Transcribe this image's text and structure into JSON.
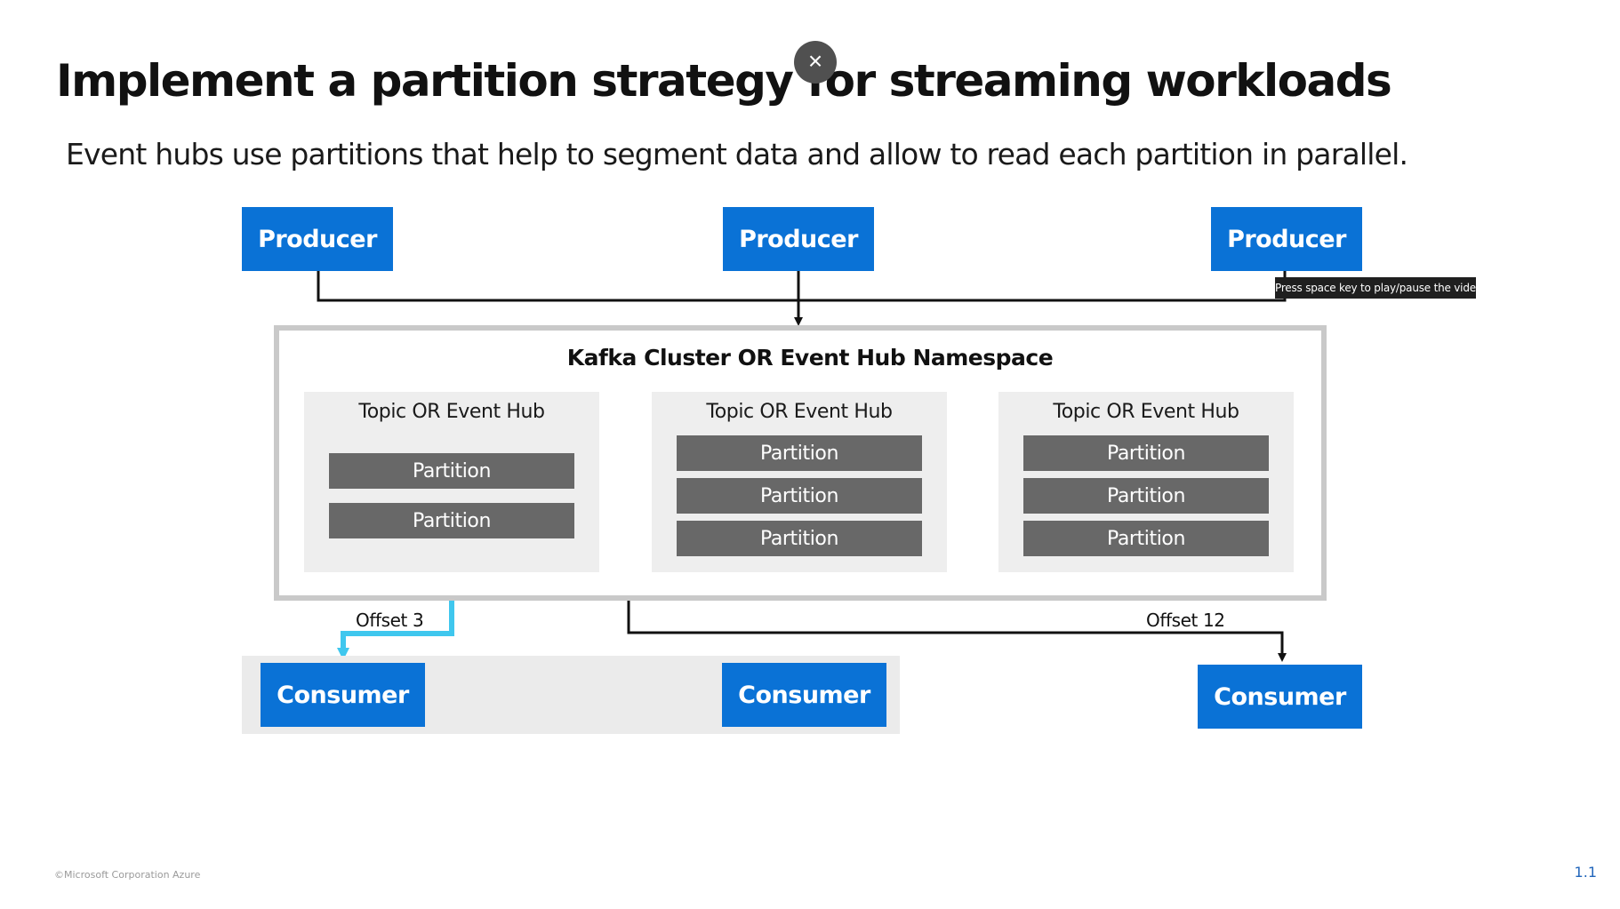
{
  "slide": {
    "title": "Implement a partition strategy for streaming workloads",
    "subtitle": "Event hubs use partitions that help to segment data and allow to read each partition in parallel.",
    "footer": "©Microsoft Corporation Azure",
    "page_number": "1.1"
  },
  "overlay": {
    "close_icon": "×",
    "tooltip": "Press space key to play/pause the video"
  },
  "diagram": {
    "producers": [
      "Producer",
      "Producer",
      "Producer"
    ],
    "cluster_title": "Kafka Cluster OR Event Hub Namespace",
    "topics": [
      {
        "title": "Topic OR Event Hub",
        "partitions": [
          "Partition",
          "Partition"
        ]
      },
      {
        "title": "Topic OR Event Hub",
        "partitions": [
          "Partition",
          "Partition",
          "Partition"
        ]
      },
      {
        "title": "Topic OR Event Hub",
        "partitions": [
          "Partition",
          "Partition",
          "Partition"
        ]
      }
    ],
    "consumers": [
      "Consumer",
      "Consumer",
      "Consumer"
    ],
    "offset_labels": [
      "Offset 3",
      "Offset 12"
    ]
  },
  "colors": {
    "accent": "#0a72d6",
    "partition": "#686868",
    "highlight_line": "#3fc7ee"
  }
}
